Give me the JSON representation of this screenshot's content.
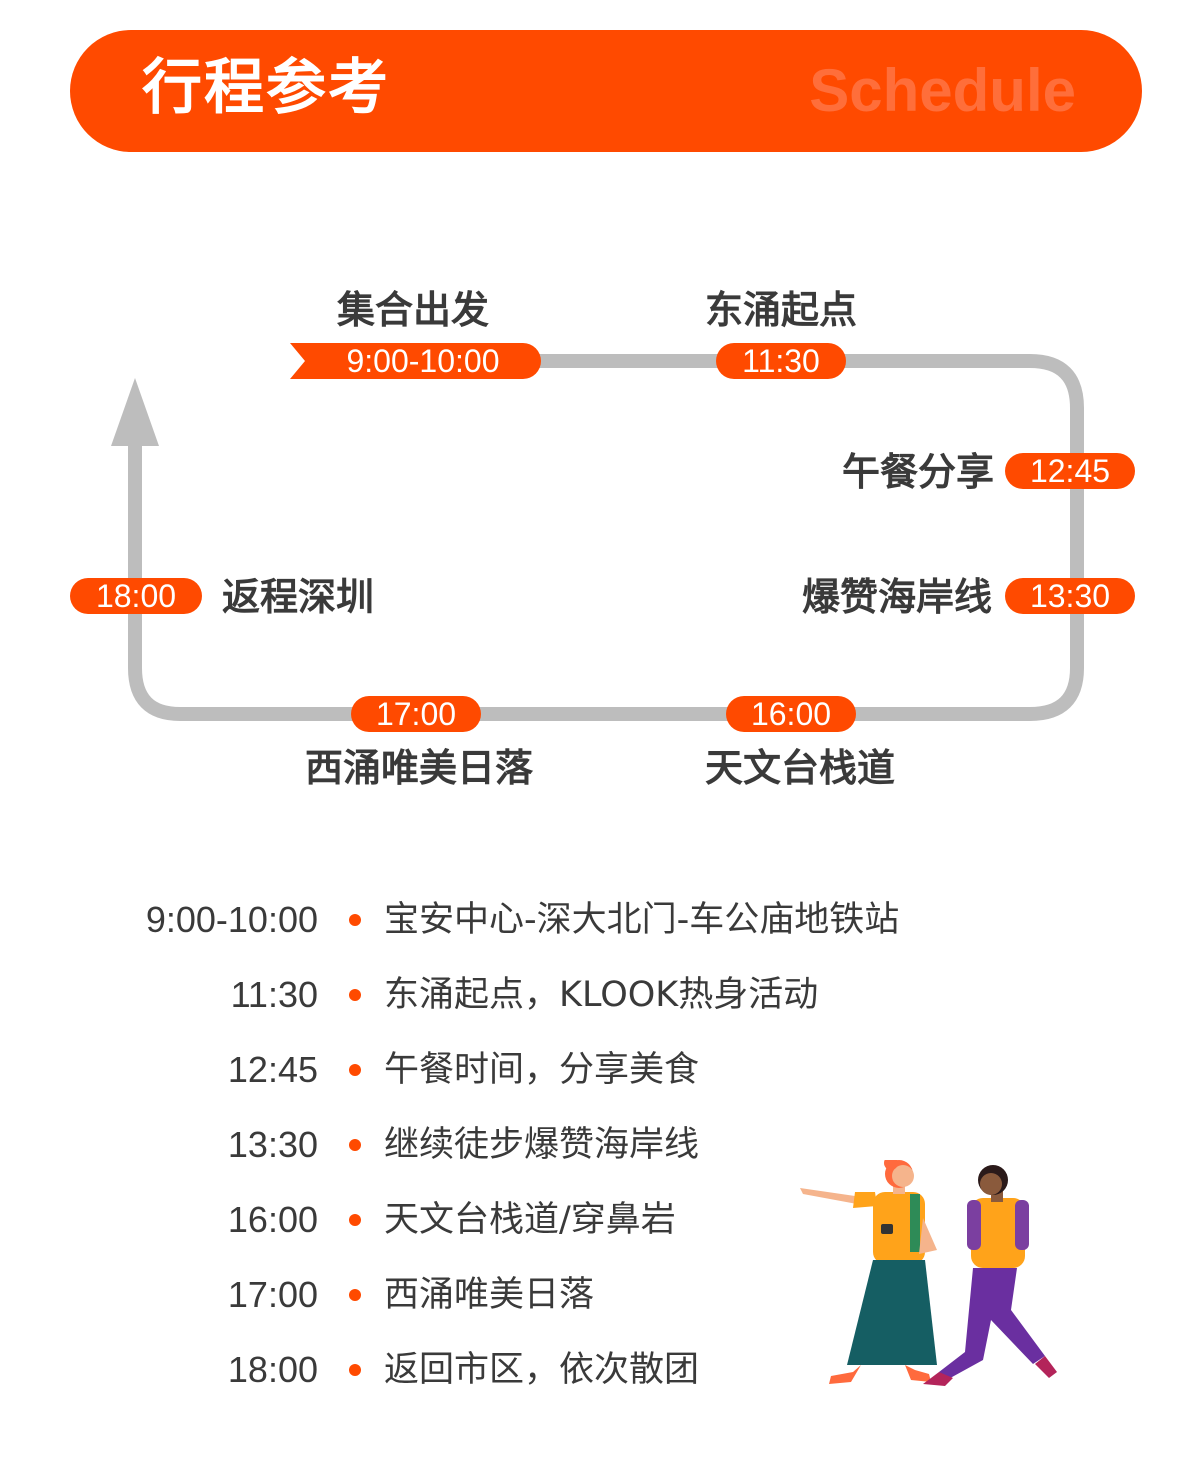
{
  "header": {
    "title": "行程参考",
    "subtitle": "Schedule"
  },
  "route": {
    "stops": [
      {
        "label": "集合出发",
        "time": "9:00-10:00"
      },
      {
        "label": "东涌起点",
        "time": "11:30"
      },
      {
        "label": "午餐分享",
        "time": "12:45"
      },
      {
        "label": "爆赞海岸线",
        "time": "13:30"
      },
      {
        "label": "天文台栈道",
        "time": "16:00"
      },
      {
        "label": "西涌唯美日落",
        "time": "17:00"
      },
      {
        "label": "返程深圳",
        "time": "18:00"
      }
    ]
  },
  "schedule": [
    {
      "time": "9:00-10:00",
      "text": "宝安中心-深大北门-车公庙地铁站"
    },
    {
      "time": "11:30",
      "text": "东涌起点，KLOOK热身活动"
    },
    {
      "time": "12:45",
      "text": "午餐时间，分享美食"
    },
    {
      "time": "13:30",
      "text": "继续徒步爆赞海岸线"
    },
    {
      "time": "16:00",
      "text": "天文台栈道/穿鼻岩"
    },
    {
      "time": "17:00",
      "text": "西涌唯美日落"
    },
    {
      "time": "18:00",
      "text": "返回市区，依次散团"
    }
  ],
  "colors": {
    "accent": "#ff4a00",
    "route_line": "#bdbdbd",
    "text": "#3a3a3a"
  },
  "illustration": "two-hikers"
}
